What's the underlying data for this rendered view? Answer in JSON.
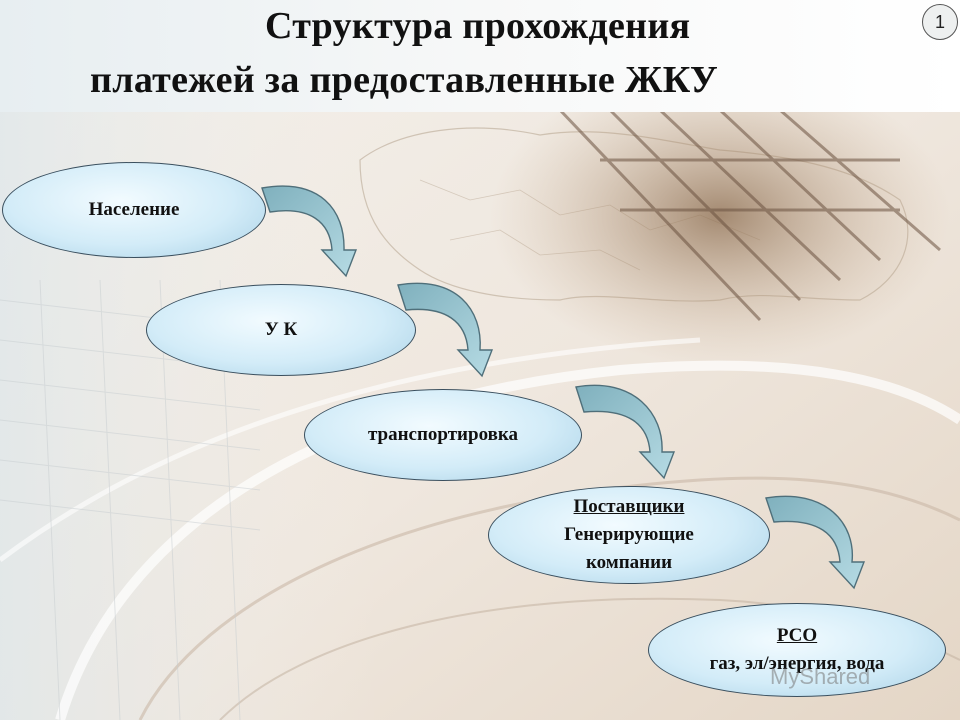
{
  "title": {
    "line1": "Структура прохождения",
    "line2": "платежей за предоставленные ЖКУ"
  },
  "slide_number": "1",
  "flow": {
    "node1": "Население",
    "node2": "У К",
    "node3": "транспортировка",
    "node4": {
      "heading": "Поставщики",
      "line2": "Генерирующие",
      "line3": "компании"
    },
    "node5": {
      "heading": "РСО",
      "line2": "газ, эл/энергия, вода"
    }
  },
  "watermark": "MyShared",
  "colors": {
    "node_fill": "#d3ecf8",
    "node_border": "#3a4f5e",
    "arrow_fill": "#9ccbd6",
    "arrow_stroke": "#4f6f7a"
  }
}
